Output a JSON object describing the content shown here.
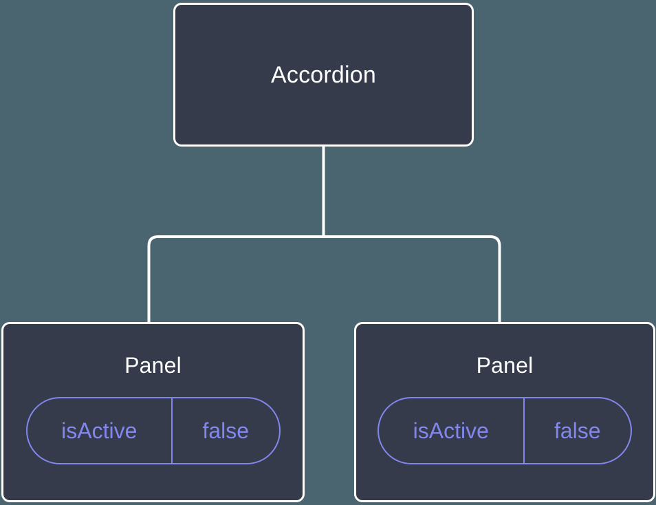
{
  "diagram": {
    "type": "component-tree",
    "background_color": "#4a6570",
    "node_fill_color": "#353b4a",
    "node_border_color": "#ffffff",
    "edge_color": "#ffffff",
    "prop_accent_color": "#8287ee",
    "nodes": [
      {
        "id": "accordion",
        "title": "Accordion",
        "props": []
      },
      {
        "id": "panel-left",
        "title": "Panel",
        "props": [
          {
            "key": "isActive",
            "value": "false"
          }
        ]
      },
      {
        "id": "panel-right",
        "title": "Panel",
        "props": [
          {
            "key": "isActive",
            "value": "false"
          }
        ]
      }
    ],
    "edges": [
      {
        "from": "accordion",
        "to": "panel-left"
      },
      {
        "from": "accordion",
        "to": "panel-right"
      }
    ]
  }
}
